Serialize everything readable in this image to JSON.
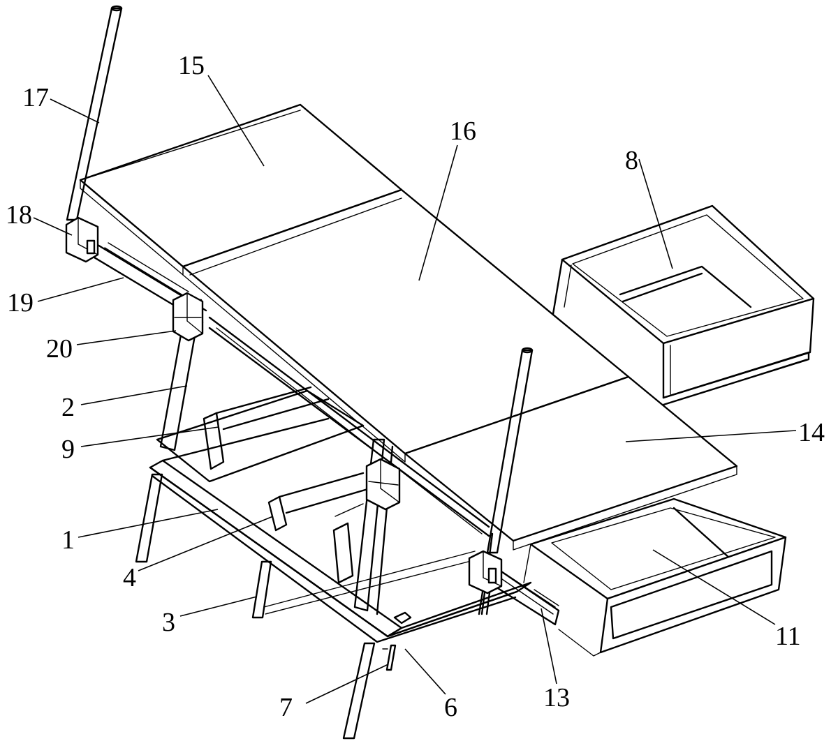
{
  "labels": {
    "l1": "1",
    "l2": "2",
    "l3": "3",
    "l4": "4",
    "l6": "6",
    "l7": "7",
    "l8": "8",
    "l9": "9",
    "l11": "11",
    "l13": "13",
    "l14": "14",
    "l15": "15",
    "l16": "16",
    "l17": "17",
    "l18": "18",
    "l19": "19",
    "l20": "20"
  },
  "colors": {
    "line": "#000000",
    "background": "#ffffff"
  }
}
